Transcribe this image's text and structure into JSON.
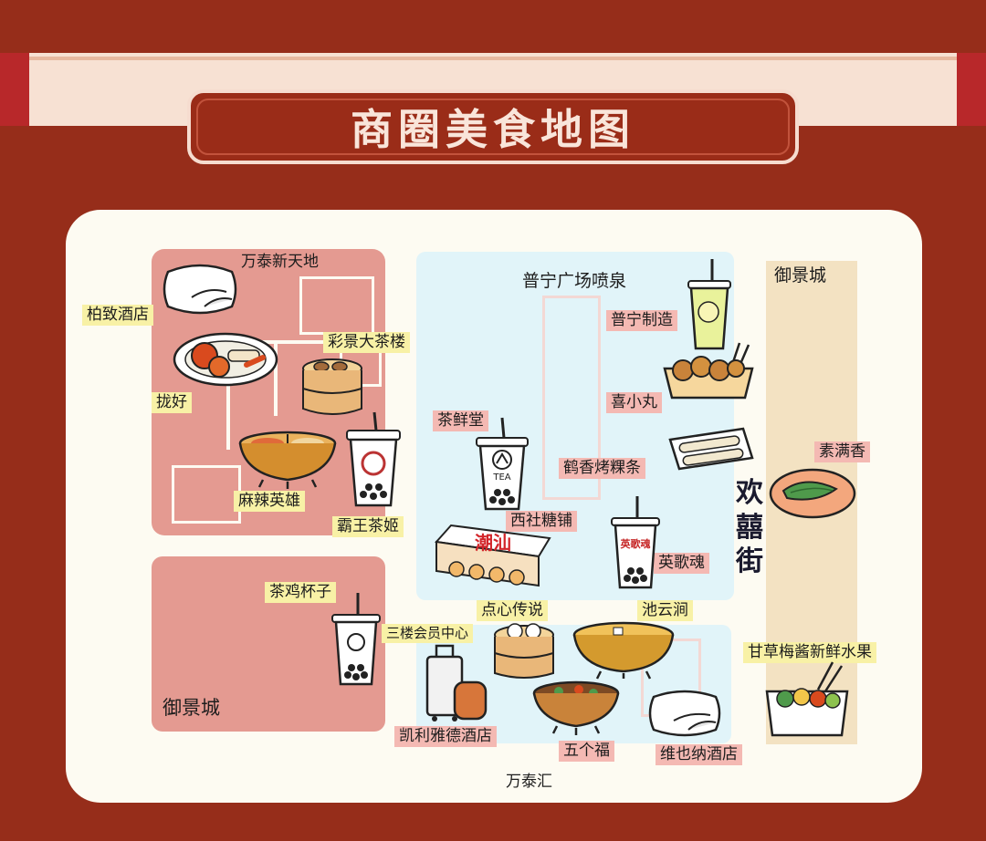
{
  "title": "商圈美食地图",
  "areas": {
    "wantai_xintiandi": "万泰新天地",
    "puning_plaza": "普宁广场喷泉",
    "yujingcheng_right": "御景城",
    "yujingcheng_left": "御景城",
    "wantaihui": "万泰汇",
    "huanxi_street": "欢囍街"
  },
  "places": {
    "bozhi_hotel": "柏致酒店",
    "caijing_teahouse": "彩景大茶楼",
    "longhao": "拢好",
    "malaying": "麻辣英雄",
    "bawang_tea": "霸王茶姬",
    "puning_zhizao": "普宁制造",
    "xixiaowan": "喜小丸",
    "chaxiantang": "茶鲜堂",
    "hexiang_guotiao": "鹤香烤粿条",
    "xishe_tangpu": "西社糖铺",
    "yinggehun": "英歌魂",
    "sumanxiang": "素满香",
    "chaji_beizi": "茶鸡杯子",
    "sanlou_member": "三楼会员中心",
    "dianxin": "点心传说",
    "chiyunjian": "池云涧",
    "gancao_fruit": "甘草梅酱新鲜水果",
    "kailiyade_hotel": "凯利雅德酒店",
    "wugefu": "五个福",
    "weiyena_hotel": "维也纳酒店"
  },
  "icon_texts": {
    "xishe_box": "潮汕",
    "yinggehun_cup": "英歌魂",
    "tea_cup_logo": "TEA"
  },
  "colors": {
    "background": "#962d1a",
    "map_bg": "#fdfbf2",
    "pink_zone": "#e49a91",
    "cyan_zone": "#e1f4f9",
    "beige_zone": "#f3e2c2",
    "highlight_yellow": "#f8f1a6",
    "highlight_pink": "#f4b9b3"
  }
}
